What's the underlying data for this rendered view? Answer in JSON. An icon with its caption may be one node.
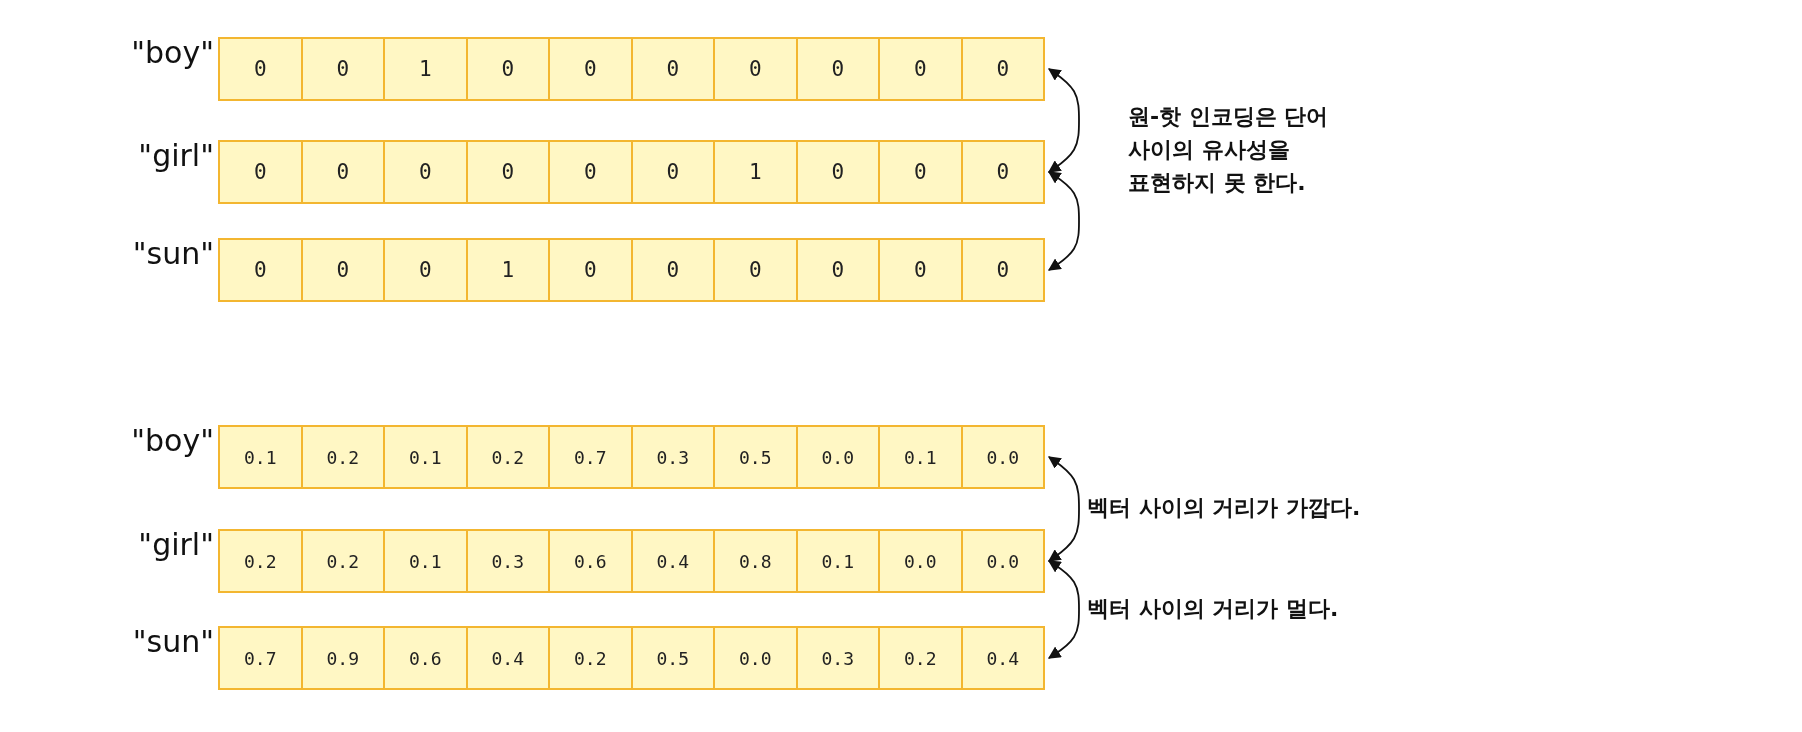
{
  "diagram": {
    "nodes": [
      {
        "text": [
          "\"boy\""
        ]
      },
      {
        "text": [
          "0"
        ],
        "in": 0
      },
      {
        "text": [
          "0"
        ],
        "in": 0
      },
      {
        "text": [
          "1"
        ],
        "in": 0
      },
      {
        "text": [
          "0"
        ],
        "in": 0
      },
      {
        "text": [
          "0"
        ],
        "in": 0
      },
      {
        "text": [
          "0"
        ],
        "in": 0
      },
      {
        "text": [
          "0"
        ],
        "in": 0
      },
      {
        "text": [
          "0"
        ],
        "in": 0
      },
      {
        "text": [
          "0"
        ],
        "in": 0
      },
      {
        "text": [
          "0"
        ],
        "in": 0
      },
      {
        "text": [
          "\"girl\""
        ]
      },
      {
        "text": [
          "0"
        ],
        "in": 11
      },
      {
        "text": [
          "0"
        ],
        "in": 11
      },
      {
        "text": [
          "0"
        ],
        "in": 11
      },
      {
        "text": [
          "0"
        ],
        "in": 11
      },
      {
        "text": [
          "0"
        ],
        "in": 11
      },
      {
        "text": [
          "0"
        ],
        "in": 11
      },
      {
        "text": [
          "1"
        ],
        "in": 11
      },
      {
        "text": [
          "0"
        ],
        "in": 11
      },
      {
        "text": [
          "0"
        ],
        "in": 11
      },
      {
        "text": [
          "0"
        ],
        "in": 11
      },
      {
        "text": [
          "\"sun\""
        ]
      },
      {
        "text": [
          "0"
        ],
        "in": 22
      },
      {
        "text": [
          "0"
        ],
        "in": 22
      },
      {
        "text": [
          "0"
        ],
        "in": 22
      },
      {
        "text": [
          "1"
        ],
        "in": 22
      },
      {
        "text": [
          "0"
        ],
        "in": 22
      },
      {
        "text": [
          "0"
        ],
        "in": 22
      },
      {
        "text": [
          "0"
        ],
        "in": 22
      },
      {
        "text": [
          "0"
        ],
        "in": 22
      },
      {
        "text": [
          "0"
        ],
        "in": 22
      },
      {
        "text": [
          "0"
        ],
        "in": 22
      },
      {
        "text": [
          "\"boy\""
        ]
      },
      {
        "text": [
          "0.1"
        ],
        "in": 33
      },
      {
        "text": [
          "0.2"
        ],
        "in": 33
      },
      {
        "text": [
          "0.1"
        ],
        "in": 33
      },
      {
        "text": [
          "0.2"
        ],
        "in": 33
      },
      {
        "text": [
          "0.7"
        ],
        "in": 33
      },
      {
        "text": [
          "0.3"
        ],
        "in": 33
      },
      {
        "text": [
          "0.5"
        ],
        "in": 33
      },
      {
        "text": [
          "0.0"
        ],
        "in": 33
      },
      {
        "text": [
          "0.1"
        ],
        "in": 33
      },
      {
        "text": [
          "0.0"
        ],
        "in": 33
      },
      {
        "text": [
          "\"girl\""
        ]
      },
      {
        "text": [
          "0.2"
        ],
        "in": 44
      },
      {
        "text": [
          "0.2"
        ],
        "in": 44
      },
      {
        "text": [
          "0.1"
        ],
        "in": 44
      },
      {
        "text": [
          "0.3"
        ],
        "in": 44
      },
      {
        "text": [
          "0.6"
        ],
        "in": 44
      },
      {
        "text": [
          "0.4"
        ],
        "in": 44
      },
      {
        "text": [
          "0.8"
        ],
        "in": 44
      },
      {
        "text": [
          "0.1"
        ],
        "in": 44
      },
      {
        "text": [
          "0.0"
        ],
        "in": 44
      },
      {
        "text": [
          "0.0"
        ],
        "in": 44
      },
      {
        "text": [
          "\"sun\""
        ]
      },
      {
        "text": [
          "0.7"
        ],
        "in": 55
      },
      {
        "text": [
          "0.9"
        ],
        "in": 55
      },
      {
        "text": [
          "0.6"
        ],
        "in": 55
      },
      {
        "text": [
          "0.4"
        ],
        "in": 55
      },
      {
        "text": [
          "0.2"
        ],
        "in": 55
      },
      {
        "text": [
          "0.5"
        ],
        "in": 55
      },
      {
        "text": [
          "0.0"
        ],
        "in": 55
      },
      {
        "text": [
          "0.3"
        ],
        "in": 55
      },
      {
        "text": [
          "0.2"
        ],
        "in": 55
      },
      {
        "text": [
          "0.4"
        ],
        "in": 55
      }
    ],
    "edges": [
      {
        "from": 0,
        "to": 11,
        "arrow": "both"
      },
      {
        "from": 11,
        "to": 22,
        "arrow": "both"
      },
      {
        "from": 33,
        "to": 44,
        "arrow": "both",
        "label": "벡터 사이의 거리가 가깝다."
      },
      {
        "from": 44,
        "to": 55,
        "arrow": "both",
        "label": "벡터 사이의 거리가 멀다."
      }
    ],
    "labels": [
      "원-핫 인코딩은 단어 사이의 유사성을 표현하지 못 한다."
    ]
  }
}
